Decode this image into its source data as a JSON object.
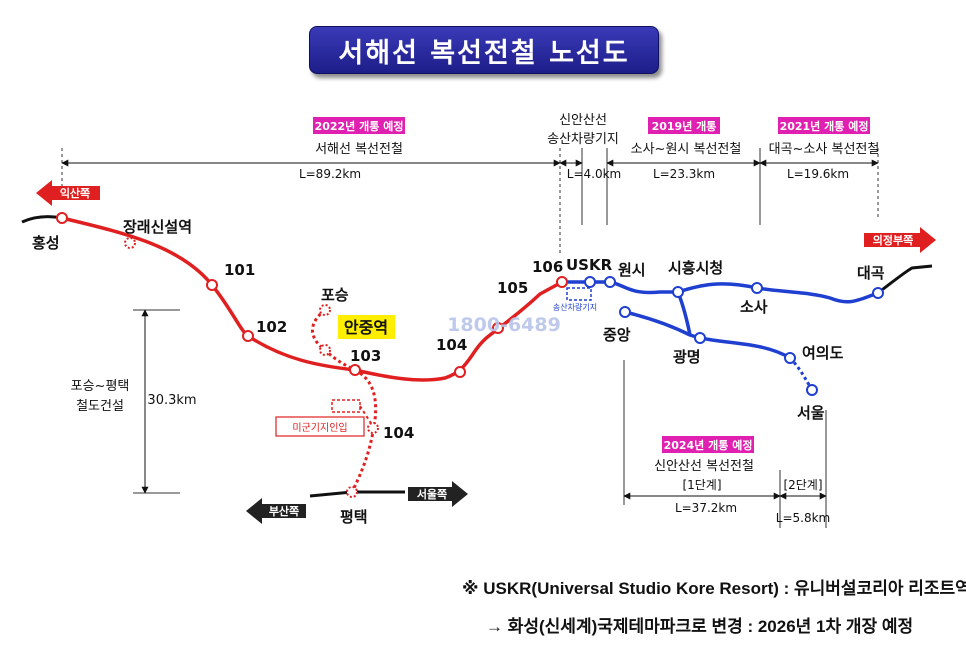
{
  "title": "서해선 복선전철 노선도",
  "colors": {
    "red_line": "#e02020",
    "blue_line": "#1e3fd0",
    "badge": "#e020b0",
    "title_bg": "#2a2aa8",
    "highlight": "#ffee00"
  },
  "sections": [
    {
      "badge": "2022년 개통 예정",
      "name": "서해선  복선전철",
      "length": "L=89.2km"
    },
    {
      "badge": "",
      "name_line1": "신안산선",
      "name_line2": "송산차량기지",
      "length": "L=4.0km"
    },
    {
      "badge": "2019년 개통",
      "name": "소사~원시 복선전철",
      "length": "L=23.3km"
    },
    {
      "badge": "2021년 개통 예정",
      "name": "대곡~소사 복선전철",
      "length": "L=19.6km"
    }
  ],
  "arrows": {
    "iksan": "익산쪽",
    "uijeongbu": "의정부쪽",
    "busan": "부산쪽",
    "seoul": "서울쪽"
  },
  "stations": {
    "hongseong": "홍성",
    "janghang": "장래신설역",
    "s101": "101",
    "s102": "102",
    "poseung": "포승",
    "anjung": "안중역",
    "s103": "103",
    "s104_main": "104",
    "s105": "105",
    "s106": "106",
    "uskr": "USKR",
    "wonsi": "원시",
    "siheung": "시흥시청",
    "sosa": "소사",
    "daegok": "대곡",
    "jungang": "중앙",
    "gwangmyeong": "광명",
    "yeouido": "여의도",
    "seoul": "서울",
    "s104": "104",
    "pyeongtaek": "평택",
    "usbase": "미군기지인입",
    "depot": "송산차량기지"
  },
  "poseung_line": {
    "name_line1": "포승~평택",
    "name_line2": "철도건설",
    "length": "30.3km"
  },
  "shinansan": {
    "badge": "2024년 개통 예정",
    "name": "신안산선  복선전철",
    "phase1": "[1단계]",
    "phase2": "[2단계]",
    "length1": "L=37.2km",
    "length2": "L=5.8km"
  },
  "watermark": "1800-6489",
  "footnotes": {
    "line1": "※ USKR(Universal Studio Kore Resort) : 유니버설코리아 리조트역",
    "line2": "→ 화성(신세계)국제테마파크로 변경 : 2026년 1차 개장 예정"
  }
}
